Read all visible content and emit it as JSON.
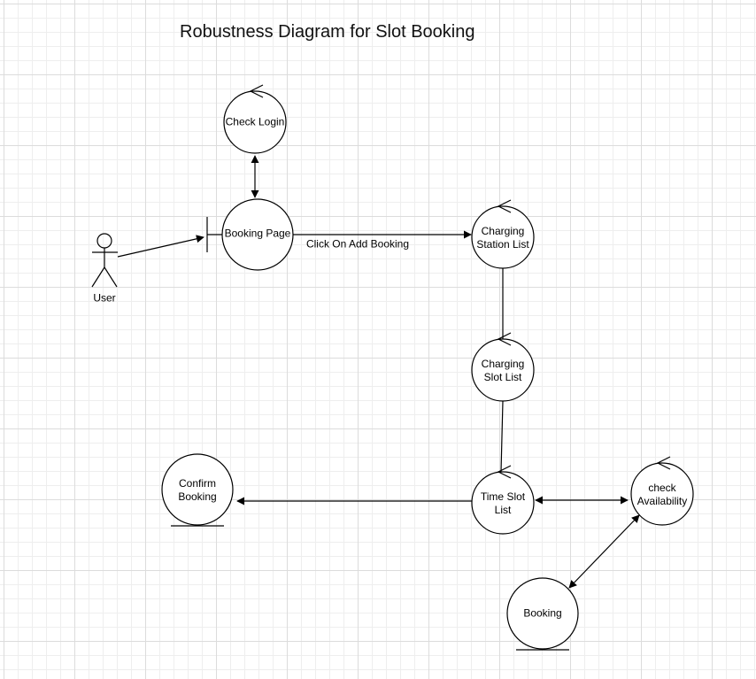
{
  "title": "Robustness Diagram for Slot Booking",
  "actor": {
    "label": "User"
  },
  "boundary": {
    "label": "Booking Page"
  },
  "controls": {
    "check_login": "Check Login",
    "charging_station_list": "Charging\nStation List",
    "charging_slot_list": "Charging\nSlot List",
    "time_slot_list": "Time Slot\nList",
    "check_availability": "check\nAvailability"
  },
  "entities": {
    "confirm_booking": "Confirm\nBooking",
    "booking": "Booking"
  },
  "edges": {
    "add_booking_label": "Click On Add Booking"
  }
}
